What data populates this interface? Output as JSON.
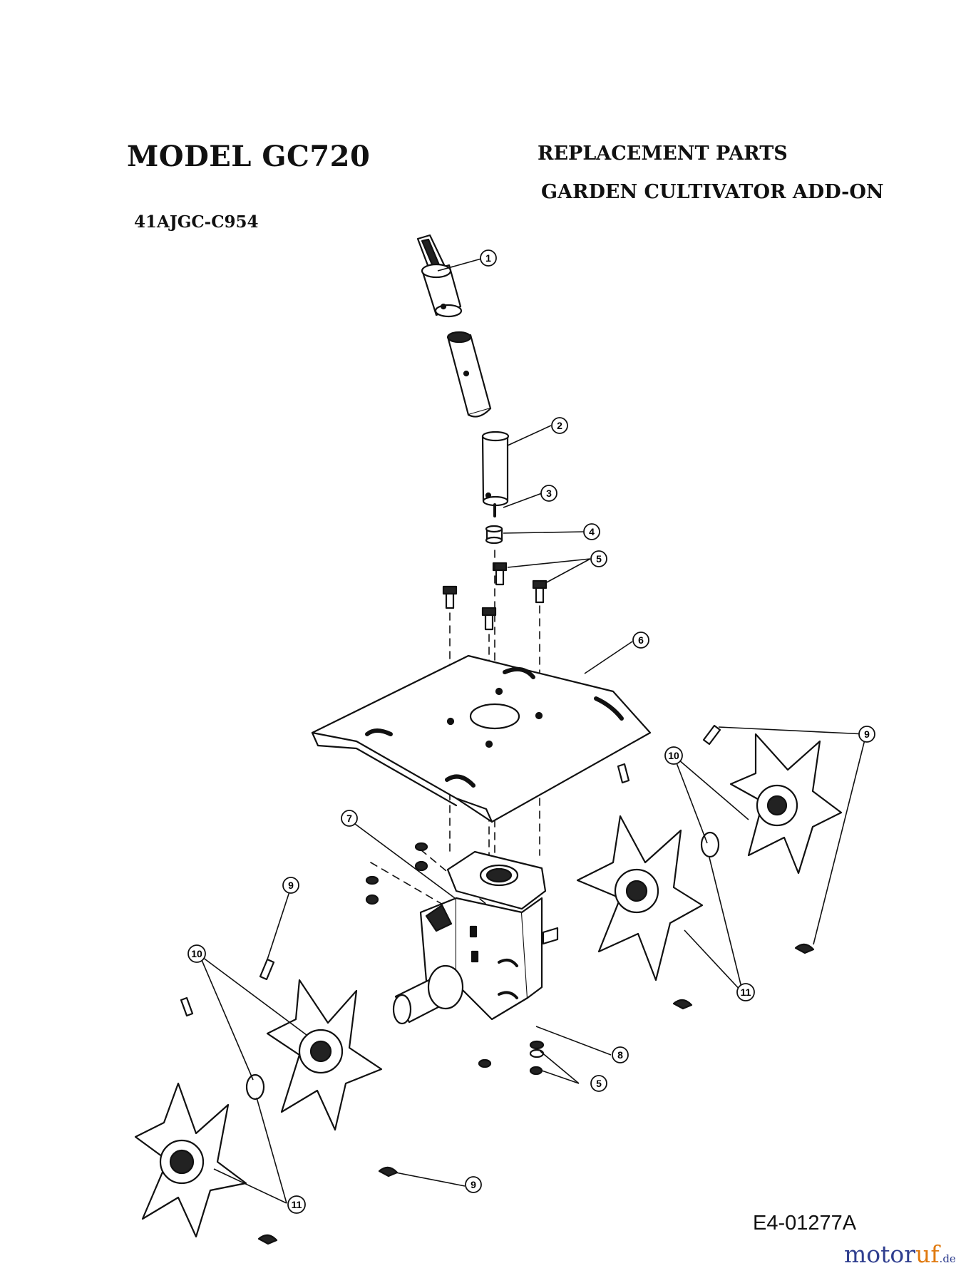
{
  "header": {
    "model": "MODEL GC720",
    "line1": "REPLACEMENT PARTS",
    "line2": "GARDEN CULTIVATOR ADD-ON",
    "serial": "41AJGC-C954"
  },
  "footer": {
    "drawing_number": "E4-01277A",
    "brand_main": "motor",
    "brand_accent": "uf",
    "brand_suffix": ".de"
  },
  "callouts": [
    "1",
    "2",
    "3",
    "4",
    "5",
    "6",
    "7",
    "8",
    "9",
    "10",
    "11"
  ],
  "colors": {
    "ink": "#111111",
    "fill_dark": "#222222",
    "brand_blue": "#2f3e8f",
    "brand_orange": "#e07a10"
  }
}
